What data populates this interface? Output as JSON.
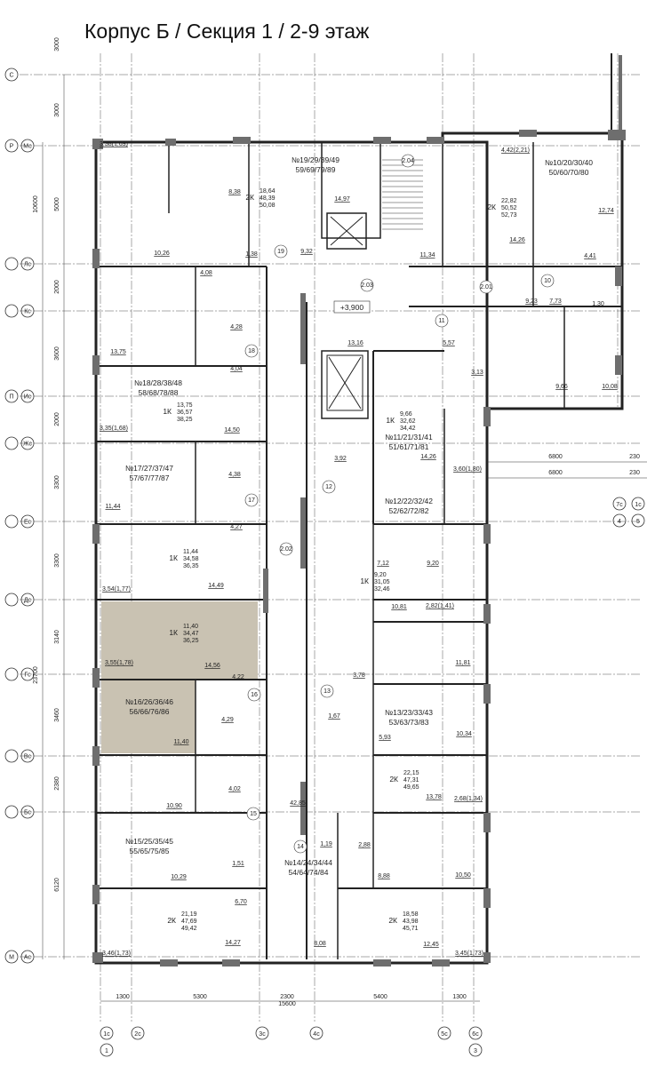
{
  "title": "Корпус Б / Секция 1 / 2-9 этаж",
  "colors": {
    "wall": "#6e6e6e",
    "highlight": "#c9c2b2",
    "line": "#222222"
  },
  "axes_left": [
    {
      "label": "С",
      "sub": ""
    },
    {
      "label": "Р",
      "sub": "Мс"
    },
    {
      "label": "",
      "sub": "Лс"
    },
    {
      "label": "",
      "sub": "Кс"
    },
    {
      "label": "П",
      "sub": "Ис"
    },
    {
      "label": "",
      "sub": "Жс"
    },
    {
      "label": "",
      "sub": "Ес"
    },
    {
      "label": "",
      "sub": "Дс"
    },
    {
      "label": "",
      "sub": "Гс"
    },
    {
      "label": "",
      "sub": "Вс"
    },
    {
      "label": "",
      "sub": "Бс"
    },
    {
      "label": "М",
      "sub": "Ас"
    }
  ],
  "dims_left": [
    "3000",
    "3000",
    "5000",
    "2000",
    "3600",
    "2000",
    "3300",
    "3300",
    "3140",
    "3460",
    "2380",
    "6120"
  ],
  "dims_left_total": [
    "10600",
    "23700"
  ],
  "axes_bottom": [
    {
      "label": "1с",
      "sub": "1"
    },
    {
      "label": "2с",
      "sub": ""
    },
    {
      "label": "3с",
      "sub": ""
    },
    {
      "label": "4с",
      "sub": ""
    },
    {
      "label": "5с",
      "sub": ""
    },
    {
      "label": "6с",
      "sub": "3"
    }
  ],
  "dims_bottom": [
    "1300",
    "5300",
    "2300",
    "5400",
    "1300"
  ],
  "dims_bottom_total": "15600",
  "axes_right": [
    {
      "label": "7с",
      "sub": "4"
    },
    {
      "label": "1с",
      "sub": "5"
    }
  ],
  "dims_right": [
    "6800",
    "230",
    "6800",
    "230"
  ],
  "apartment_labels": [
    {
      "title": "№19/29/39/49",
      "sub": "59/69/79/89"
    },
    {
      "title": "№10/20/30/40",
      "sub": "50/60/70/80"
    },
    {
      "title": "№18/28/38/48",
      "sub": "58/68/78/88"
    },
    {
      "title": "№11/21/31/41",
      "sub": "51/61/71/81"
    },
    {
      "title": "№17/27/37/47",
      "sub": "57/67/77/87"
    },
    {
      "title": "№12/22/32/42",
      "sub": "52/62/72/82"
    },
    {
      "title": "№16/26/36/46",
      "sub": "56/66/76/86"
    },
    {
      "title": "№13/23/33/43",
      "sub": "53/63/73/83"
    },
    {
      "title": "№15/25/35/45",
      "sub": "55/65/75/85"
    },
    {
      "title": "№14/24/34/44",
      "sub": "54/64/74/84"
    }
  ],
  "apartment_tags": [
    {
      "type": "2К",
      "a": "18,64",
      "b": "48,39",
      "c": "50,08"
    },
    {
      "type": "2К",
      "a": "22,82",
      "b": "50,52",
      "c": "52,73"
    },
    {
      "type": "1К",
      "a": "13,75",
      "b": "36,57",
      "c": "38,25"
    },
    {
      "type": "1К",
      "a": "9,66",
      "b": "32,62",
      "c": "34,42"
    },
    {
      "type": "1К",
      "a": "11,44",
      "b": "34,58",
      "c": "36,35"
    },
    {
      "type": "1К",
      "a": "9,20",
      "b": "31,05",
      "c": "32,46"
    },
    {
      "type": "1К",
      "a": "11,40",
      "b": "34,47",
      "c": "36,25"
    },
    {
      "type": "2К",
      "a": "22,15",
      "b": "47,31",
      "c": "49,65"
    },
    {
      "type": "2К",
      "a": "21,19",
      "b": "47,69",
      "c": "49,42"
    },
    {
      "type": "2К",
      "a": "18,58",
      "b": "43,98",
      "c": "45,71"
    }
  ],
  "room_areas": [
    "3,38(1,69)",
    "8,38",
    "14,97",
    "9,32",
    "1,38",
    "4,08",
    "10,26",
    "11,34",
    "4,42(2,21)",
    "12,74",
    "14,26",
    "4,41",
    "9,23",
    "7,73",
    "1,30",
    "13,75",
    "4,28",
    "4,04",
    "14,50",
    "3,35(1,68)",
    "13,16",
    "5,57",
    "3,13",
    "9,66",
    "10,08",
    "14,26",
    "3,92",
    "3,60(1,80)",
    "11,44",
    "4,38",
    "4,27",
    "7,12",
    "9,20",
    "14,49",
    "3,54(1,77)",
    "10,81",
    "2,82(1,41)",
    "14,56",
    "3,55(1,78)",
    "4,22",
    "3,78",
    "11,81",
    "4,29",
    "11,40",
    "1,67",
    "5,93",
    "10,34",
    "4,02",
    "13,78",
    "2,68(1,34)",
    "10,90",
    "42,85",
    "10,29",
    "1,51",
    "6,70",
    "1,19",
    "2,88",
    "8,88",
    "10,50",
    "14,27",
    "8,08",
    "12,45",
    "3,46(1,73)",
    "3,45(1,73)"
  ],
  "corridor_codes": [
    "2.04",
    "2.03",
    "2.01",
    "2.02",
    "19",
    "18",
    "17",
    "16",
    "15",
    "14",
    "13",
    "12",
    "11",
    "10"
  ],
  "level_mark": "+3,900"
}
